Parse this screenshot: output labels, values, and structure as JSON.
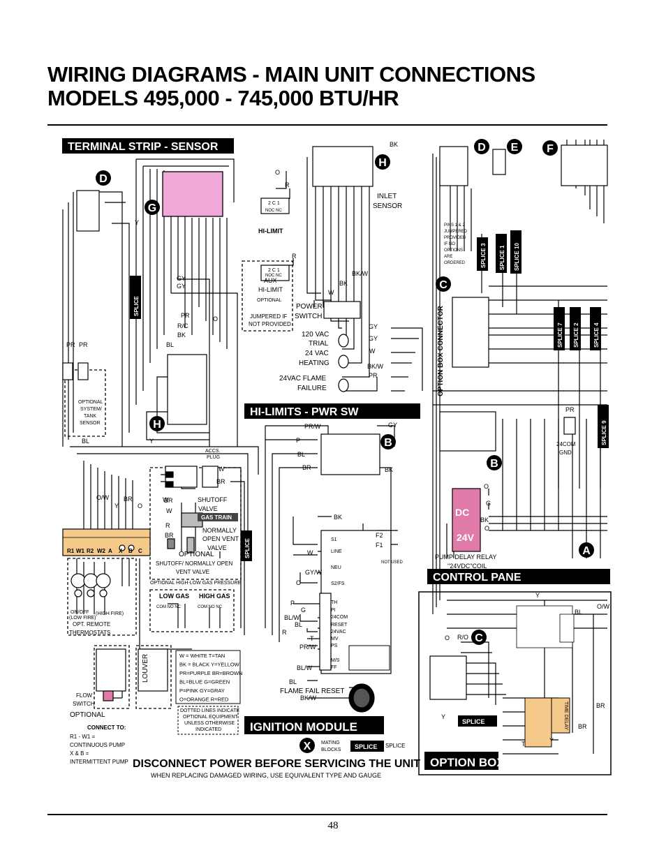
{
  "page": {
    "title_line1": "WIRING DIAGRAMS - MAIN UNIT CONNECTIONS",
    "title_line2": "MODELS 495,000 - 745,000 BTU/HR",
    "page_number": "48"
  },
  "headers": {
    "terminal_strip": "TERMINAL STRIP - SENSOR",
    "hi_limits": "HI-LIMITS - PWR SW",
    "ignition_module": "IGNITION MODULE",
    "control_panel": "CONTROL PANE",
    "option_box_c": "OPTION BOX \"C\""
  },
  "markers": [
    "D",
    "G",
    "H",
    "H",
    "B",
    "C",
    "D",
    "E",
    "F",
    "B",
    "A",
    "C",
    "X"
  ],
  "labels": {
    "hi_limit": "HI-LIMIT",
    "aux": "AUX",
    "aux_hi_limit": "HI-LIMIT",
    "optional": "OPTIONAL",
    "jumpered_if": "JUMPERED IF",
    "not_provided": "NOT PROVIDED",
    "relay_2c1": "2 C 1",
    "relay_noc": "NOC NC",
    "inlet": "INLET",
    "sensor": "SENSOR",
    "power": "POWER",
    "switch": "SWITCH",
    "v120_trial": "120 VAC",
    "trial": "TRIAL",
    "v24": "24 VAC",
    "heating": "HEATING",
    "flame": "24VAC FLAME",
    "failure": "FAILURE",
    "splice": "SPLICE",
    "opt_system_1": "OPTIONAL",
    "opt_system_2": "SYSTEM/",
    "opt_system_3": "TANK",
    "opt_system_4": "SENSOR",
    "accs_plug_1": "ACCS.",
    "accs_plug_2": "PLUG",
    "shutoff_valve_1": "SHUTOFF",
    "shutoff_valve_2": "VALVE",
    "gas_train": "GAS TRAIN",
    "normally_open_1": "NORMALLY",
    "normally_open_2": "OPEN VENT",
    "normally_open_3": "VALVE",
    "optional_2": "OPTIONAL",
    "shutoff_normally": "SHUTOFF/ NORMALLY OPEN",
    "vent_valve": "VENT VALVE",
    "opt_hl_gas": "OPTIONAL HIGH-LOW GAS PRESSURE",
    "low_gas": "LOW GAS",
    "high_gas": "HIGH GAS",
    "com_no_nc": "COM  NO   NC",
    "on_off": "ON/OFF",
    "low_fire": "(LOW FIRE)",
    "high_fire": "(HIGH FIRE)",
    "opt_remote": "OPT. REMOTE",
    "thermostats": "THERMOSTATS",
    "flow_switch_1": "FLOW",
    "flow_switch_2": "SWITCH",
    "optional_3": "OPTIONAL",
    "louver": "LOUVER",
    "connect_to": "CONNECT TO:",
    "r1_w1": "R1 - W1 =",
    "cont_pump": "CONTINUOUS PUMP",
    "xb": "X & B =",
    "interm_pump": "INTERMITTENT PUMP",
    "dotted_1": "DOTTED LINES INDICATE",
    "dotted_2": "OPTIONAL EQUIPMENT",
    "dotted_3": "UNLESS OTHERWISE",
    "dotted_4": "INDICATED",
    "flame_fail_reset": "FLAME FAIL RESET",
    "ignition_1": "IGNITION",
    "ignition_2": "MODULE",
    "mating_1": "MATING",
    "mating_2": "BLOCKS",
    "splice_legend": "SPLICE",
    "disconnect": "DISCONNECT POWER BEFORE SERVICING THE UNIT",
    "when_replacing": "WHEN REPLACING DAMAGED WIRING, USE EQUIVALENT TYPE AND GAUGE",
    "pins_1": "PINS 1 & 2",
    "pins_2": "JUMPERED",
    "pins_3": "PROVIDED",
    "pins_4": "IF NO",
    "pins_5": "OPTIONS",
    "pins_6": "ARE",
    "pins_7": "ORDERED",
    "option_box_connector": "OPTION BOX CONNECTOR",
    "splice_3": "SPLICE 3",
    "splice_1": "SPLICE 1",
    "splice_10": "SPLICE 10",
    "splice_7": "SPLICE 7",
    "splice_2": "SPLICE 2",
    "splice_4": "SPLICE 4",
    "splice_9": "SPLICE 9",
    "com24": "24COM",
    "gnd": "GND",
    "dc": "DC",
    "v24_relay": "24V",
    "pump_delay_1": "PUMP DELAY RELAY",
    "pump_delay_2": "\"24VDC\"COIL",
    "time_delay": "TIME DELAY",
    "not_used": "NOT USED",
    "ign_terms": [
      "S1",
      "LINE",
      "NEU",
      "S2/FS",
      "TH",
      "PI",
      "24COM",
      "RESET",
      "24VAC",
      "MV",
      "PS",
      "M/S",
      "FF"
    ],
    "f2": "F2",
    "f1": "F1"
  },
  "terminals": [
    "R1",
    "W1",
    "R2",
    "W2",
    "A",
    "X",
    "B",
    "C"
  ],
  "legend": [
    "W = WHITE    T=TAN",
    "BK = BLACK  Y=YELLOW",
    "PR=PURPLE  BR=BROWN",
    "BL=BLUE      G=GREEN",
    "P=PINK         GY=GRAY",
    "O=ORANGE   R=RED"
  ],
  "wire_labels": [
    "BK",
    "O",
    "R",
    "R",
    "W",
    "BK",
    "BK/W",
    "GY",
    "GY",
    "O",
    "Y",
    "BL",
    "PR",
    "PR",
    "PR",
    "GY",
    "GY",
    "W",
    "BK/W",
    "PR",
    "R/C",
    "BK",
    "BL",
    "Y",
    "W",
    "BR",
    "BR",
    "BR",
    "W",
    "R",
    "PR/W",
    "P",
    "BL",
    "BR",
    "BK",
    "GY",
    "BK",
    "W",
    "GY/W",
    "O",
    "P",
    "G",
    "BL/W",
    "BL",
    "R",
    "T",
    "PR/W",
    "BL/W",
    "BL",
    "BK/W",
    "BK",
    "O",
    "O",
    "G",
    "PR",
    "BL",
    "Y",
    "O",
    "R/O",
    "O/W",
    "Y",
    "BR",
    "O",
    "W",
    "T",
    "Y",
    "O/W",
    "BR",
    "BR",
    "Y"
  ],
  "colors": {
    "pink_connector": "#f0a8d8",
    "terminal_strip_fill": "#f5c98a",
    "relay_fill": "#e07aa8",
    "time_delay_fill": "#f5c98a",
    "header_fill": "#000000",
    "header_text": "#ffffff"
  }
}
